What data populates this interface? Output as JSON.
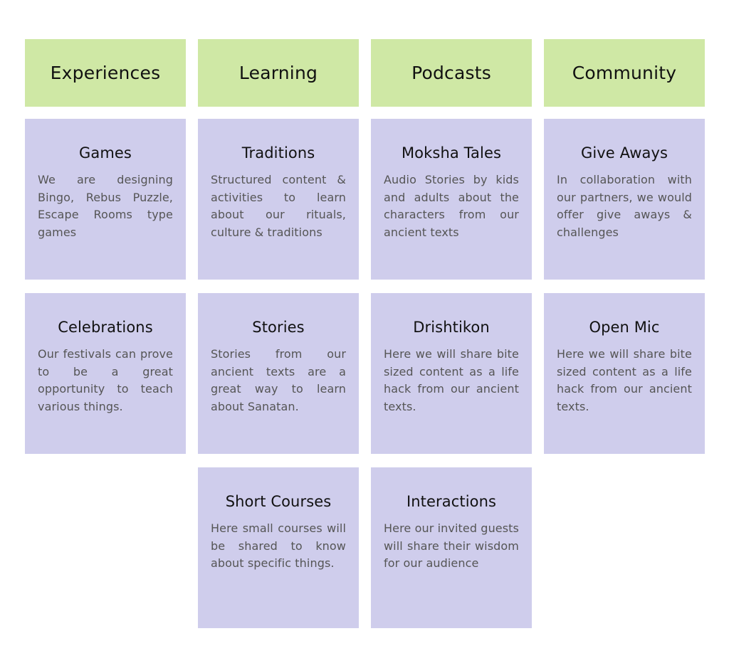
{
  "columns": [
    {
      "header": "Experiences",
      "cards": [
        {
          "title": "Games",
          "description": "We are designing Bingo, Rebus Puzzle, Escape Rooms type games"
        },
        {
          "title": "Celebrations",
          "description": "Our festivals can prove to be a great opportunity to teach various things."
        }
      ]
    },
    {
      "header": "Learning",
      "cards": [
        {
          "title": "Traditions",
          "description": "Structured content & activities to learn about our rituals, culture & traditions"
        },
        {
          "title": "Stories",
          "description": "Stories from our ancient texts are a great way to learn about Sanatan."
        },
        {
          "title": "Short Courses",
          "description": "Here small courses will be shared to know about specific things."
        }
      ]
    },
    {
      "header": "Podcasts",
      "cards": [
        {
          "title": "Moksha Tales",
          "description": "Audio Stories by kids and adults about the characters from our ancient texts"
        },
        {
          "title": "Drishtikon",
          "description": "Here we will share bite sized content as a life hack from our ancient texts."
        },
        {
          "title": "Interactions",
          "description": "Here our invited guests will share their wisdom for our audience"
        }
      ]
    },
    {
      "header": "Community",
      "cards": [
        {
          "title": "Give Aways",
          "description": "In collaboration with our partners, we would offer give aways & challenges"
        },
        {
          "title": "Open Mic",
          "description": "Here we will share bite sized content as a life hack from our ancient texts."
        }
      ]
    }
  ],
  "colors": {
    "header_background": "#cfe8a5",
    "card_background": "#cfcdec",
    "title_text": "#111111",
    "description_text": "#555555"
  }
}
